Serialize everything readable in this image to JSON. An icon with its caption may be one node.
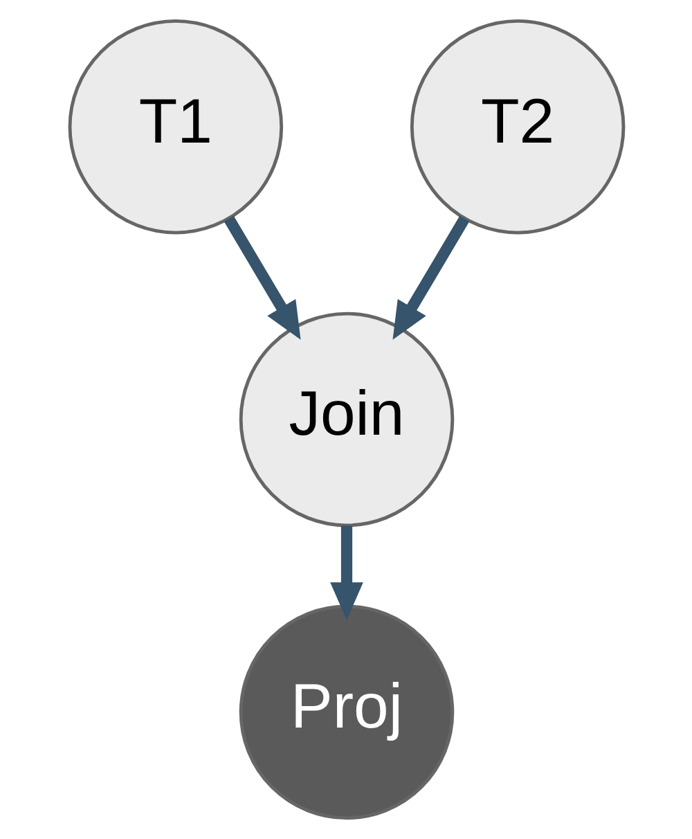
{
  "diagram": {
    "nodes": [
      {
        "text": [
          "T1"
        ]
      },
      {
        "text": [
          "T2"
        ]
      },
      {
        "text": [
          "Join"
        ]
      },
      {
        "text": [
          "Proj"
        ]
      }
    ],
    "edges": [
      {
        "from": 0,
        "to": 2,
        "arrow": "to"
      },
      {
        "from": 1,
        "to": 2,
        "arrow": "to"
      },
      {
        "from": 2,
        "to": 3,
        "arrow": "to"
      }
    ]
  }
}
